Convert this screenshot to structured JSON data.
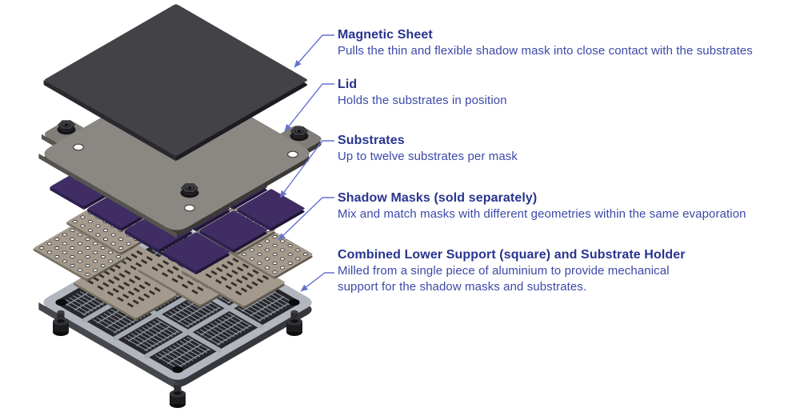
{
  "figure": {
    "name": "Exploded view of shadow-mask evaporation stack",
    "labels": [
      {
        "id": "magnetic-sheet",
        "title": "Magnetic Sheet",
        "description": "Pulls the thin and flexible shadow mask into close contact with the substrates"
      },
      {
        "id": "lid",
        "title": "Lid",
        "description": "Holds the substrates in position"
      },
      {
        "id": "substrates",
        "title": "Substrates",
        "description": "Up to twelve substrates per mask"
      },
      {
        "id": "shadow-masks",
        "title": "Shadow Masks (sold separately)",
        "description": "Mix and match masks with different geometries within the same evaporation"
      },
      {
        "id": "lower-support",
        "title": "Combined Lower Support (square) and Substrate Holder",
        "description": "Milled from a single piece of aluminium to provide mechanical support for the shadow masks and substrates."
      }
    ],
    "components": [
      "magnetic-sheet",
      "lid",
      "substrates",
      "dot-shadow-masks",
      "slot-shadow-masks",
      "support-plate",
      "mounting-screws",
      "hex-nuts"
    ],
    "substrate_count": 12,
    "colors": {
      "background": "#ffffff",
      "label_title": "#28348f",
      "label_text": "#3c49a8",
      "leader_line": "#6471d3",
      "sheet_top": "#434347",
      "sheet_left": "#2a2a2e",
      "sheet_right": "#1d1d21",
      "lid_top": "#8b8883",
      "lid_left": "#55534e",
      "lid_right": "#3b3a36",
      "lid_ear": "#817e79",
      "substrate_top": "#3f2d63",
      "substrate_left": "#2c2150",
      "substrate_right": "#1f1636",
      "mask_top": "#a39a8d",
      "mask_left": "#7a7264",
      "mask_right": "#5f594e",
      "mask_slot": "#332f28",
      "plate_top": "#b2b6be",
      "plate_left": "#45474d",
      "plate_right": "#35373c",
      "plate_slots": "#26262b",
      "plate_rib": "#a6abb3",
      "plate_rib_thin": "#8f949c",
      "hole_dark": "#0c0c0e",
      "hardware_dark": "#1c1c1f",
      "hardware_mid": "#2c2c30",
      "hardware_light": "#3d3d42",
      "lid_hole_fill": "#fdfdfd",
      "lid_hole_rim": "#45433f"
    }
  }
}
